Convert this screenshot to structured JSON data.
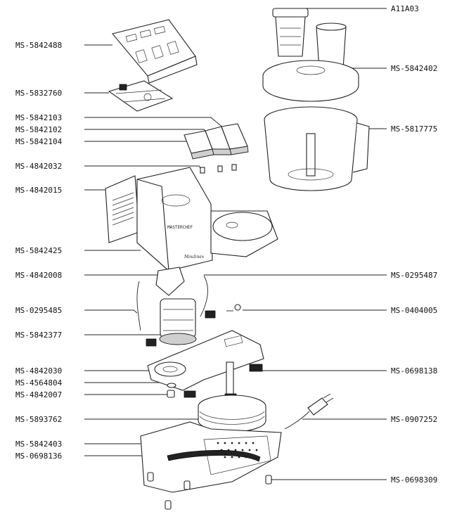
{
  "labels_left": [
    {
      "id": "MS-5842488",
      "text": "MS-5842488"
    },
    {
      "id": "MS-5832760",
      "text": "MS-5832760"
    },
    {
      "id": "MS-5842103",
      "text": "MS-5842103"
    },
    {
      "id": "MS-5842102",
      "text": "MS-5842102"
    },
    {
      "id": "MS-5842104",
      "text": "MS-5842104"
    },
    {
      "id": "MS-4842032",
      "text": "MS-4842032"
    },
    {
      "id": "MS-4842015",
      "text": "MS-4842015"
    },
    {
      "id": "MS-5842425",
      "text": "MS-5842425"
    },
    {
      "id": "MS-4842008",
      "text": "MS-4842008"
    },
    {
      "id": "MS-0295485",
      "text": "MS-0295485"
    },
    {
      "id": "MS-5842377",
      "text": "MS-5842377"
    },
    {
      "id": "MS-4842030",
      "text": "MS-4842030"
    },
    {
      "id": "MS-4564804",
      "text": "MS-4564804"
    },
    {
      "id": "MS-4842007",
      "text": "MS-4842007"
    },
    {
      "id": "MS-5893762",
      "text": "MS-5893762"
    },
    {
      "id": "MS-5842403",
      "text": "MS-5842403"
    },
    {
      "id": "MS-0698136",
      "text": "MS-0698136"
    }
  ],
  "labels_right": [
    {
      "id": "A11A03",
      "text": "A11A03"
    },
    {
      "id": "MS-5842402",
      "text": "MS-5842402"
    },
    {
      "id": "MS-5817775",
      "text": "MS-5817775"
    },
    {
      "id": "MS-0295487",
      "text": "MS-0295487"
    },
    {
      "id": "MS-0404005",
      "text": "MS-0404005"
    },
    {
      "id": "MS-0698138",
      "text": "MS-0698138"
    },
    {
      "id": "MS-0907252",
      "text": "MS-0907252"
    },
    {
      "id": "MS-0698309",
      "text": "MS-0698309"
    }
  ],
  "housing_brand": "MASTERCHEF",
  "housing_logo": "Moulinex"
}
